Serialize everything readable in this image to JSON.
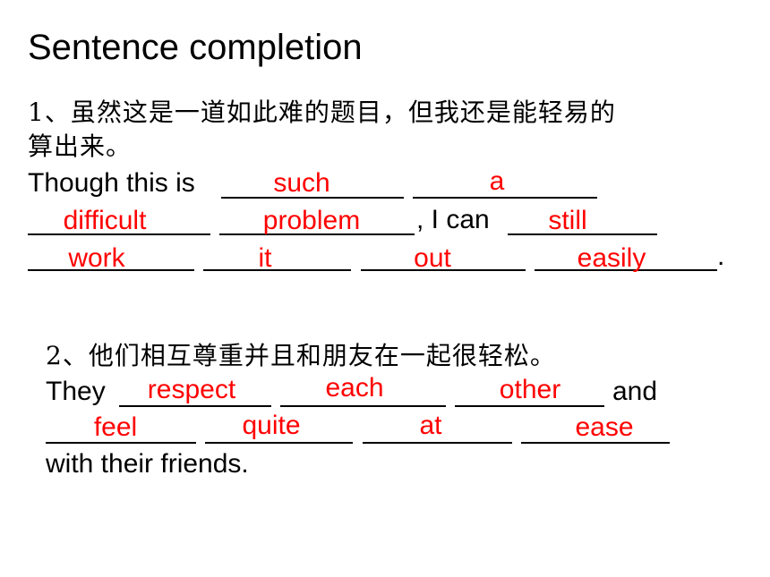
{
  "title": "Sentence completion",
  "q1": {
    "cn_line1": "1、虽然这是一道如此难的题目，但我还是能轻易的",
    "cn_line2": "算出来。",
    "en_start": "Though this is",
    "en_mid": ", I can",
    "en_end": ".",
    "answers": [
      "such",
      "a",
      "difficult",
      "problem",
      "still",
      "work",
      "it",
      "out",
      "easily"
    ]
  },
  "q2": {
    "cn_line": "2、他们相互尊重并且和朋友在一起很轻松。",
    "en_start": "They",
    "en_and": "and",
    "en_end": "with their friends.",
    "answers": [
      "respect",
      "each",
      "other",
      "feel",
      "quite",
      "at",
      "ease"
    ]
  }
}
